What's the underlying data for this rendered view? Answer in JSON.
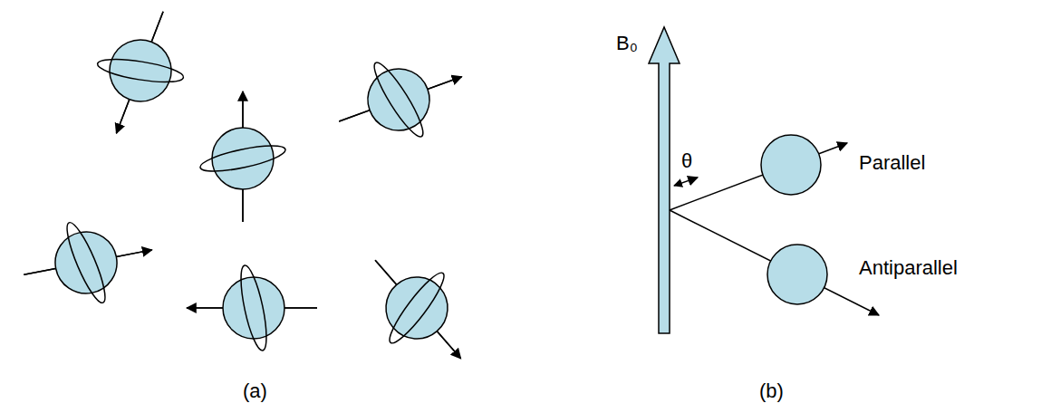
{
  "diagram": {
    "labels": [
      "B₀",
      "θ",
      "Parallel",
      "Antiparallel",
      "(a)",
      "(b)"
    ]
  }
}
